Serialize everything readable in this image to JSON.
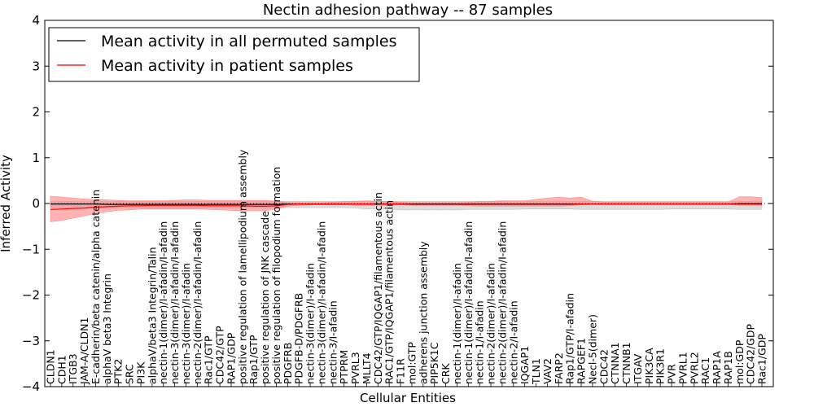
{
  "chart_data": {
    "type": "line",
    "title": "Nectin adhesion pathway -- 87 samples",
    "xlabel": "Cellular Entities",
    "ylabel": "Inferred Activity",
    "ylim": [
      -4,
      4
    ],
    "yticks": [
      "4",
      "3",
      "2",
      "1",
      "0",
      "−1",
      "−2",
      "−3",
      "−4"
    ],
    "grid": false,
    "legend_position": "top-left",
    "categories": [
      "CLDN1",
      "CDH1",
      "ITGB3",
      "JAM-A/CLDN1",
      "E-cadherin/beta catenin/alpha catenin",
      "alphaV beta3 Integrin",
      "PTK2",
      "SRC",
      "PI3K",
      "alphaV/beta3 Integrin/Talin",
      "nectin-1(dimer)/I-afadin/I-afadin",
      "nectin-3(dimer)/I-afadin/I-afadin",
      "nectin-3(dimer)/I-afadin",
      "nectin-2(dimer)/I-afadin/I-afadin",
      "Rac1/GTP",
      "CDC42/GTP",
      "RAP1/GDP",
      "positive regulation of lamellipodium assembly",
      "Rap1/GTP",
      "positive regulation of JNK cascade",
      "positive regulation of filopodium formation",
      "PDGFRB",
      "PDGFB-D/PDGFRB",
      "nectin-3(dimer)/I-afadin",
      "nectin-3(dimer)/I-afadin/I-afadin",
      "nectin-3/I-afadin",
      "PTPRM",
      "PVRL3",
      "MLLT4",
      "CDC42/GTP/IQGAP1/filamentous actin",
      "RAC1/GTP/IQGAP1/filamentous actin",
      "F11R",
      "mol:GTP",
      "adherens junction assembly",
      "PIP5K1C",
      "CRK",
      "nectin-1(dimer)/I-afadin",
      "nectin-1(dimer)/I-afadin/I-afadin",
      "nectin-1/I-afadin",
      "nectin-2(dimer)/I-afadin",
      "nectin-2(dimer)/I-afadin/I-afadin",
      "nectin-2/I-afadin",
      "IQGAP1",
      "TLN1",
      "VAV2",
      "FARP2",
      "Rap1/GTP/I-afadin",
      "RAPGEF1",
      "Necl-5(dimer)",
      "CDC42",
      "CTNNA1",
      "CTNNB1",
      "ITGAV",
      "PIK3CA",
      "PIK3R1",
      "PVR",
      "PVRL1",
      "PVRL2",
      "RAC1",
      "RAP1A",
      "RAP1B",
      "mol:GDP",
      "CDC42/GDP",
      "Rac1/GDP"
    ],
    "series": [
      {
        "name": "Mean activity in all permuted samples",
        "color": "#000000",
        "band_color": "#bbbbbb",
        "values": [
          -0.01,
          -0.01,
          -0.01,
          -0.01,
          -0.01,
          -0.02,
          -0.02,
          -0.02,
          -0.02,
          -0.02,
          -0.02,
          -0.02,
          -0.02,
          -0.02,
          -0.02,
          -0.02,
          -0.02,
          -0.02,
          -0.02,
          -0.02,
          -0.02,
          -0.01,
          -0.01,
          -0.01,
          -0.01,
          -0.01,
          -0.01,
          -0.01,
          -0.01,
          -0.01,
          -0.01,
          -0.01,
          -0.01,
          -0.01,
          -0.01,
          -0.01,
          -0.01,
          -0.01,
          -0.01,
          -0.01,
          -0.01,
          -0.01,
          -0.01,
          -0.01,
          -0.01,
          -0.01,
          -0.01,
          -0.01,
          -0.01,
          -0.01,
          -0.01,
          -0.01,
          -0.01,
          -0.01,
          -0.01,
          -0.01,
          -0.01,
          -0.01,
          -0.01,
          -0.01,
          -0.01,
          -0.01,
          -0.01,
          -0.01
        ],
        "lower": [
          -0.09,
          -0.09,
          -0.09,
          -0.09,
          -0.09,
          -0.1,
          -0.1,
          -0.1,
          -0.1,
          -0.1,
          -0.1,
          -0.1,
          -0.1,
          -0.1,
          -0.1,
          -0.1,
          -0.1,
          -0.1,
          -0.1,
          -0.1,
          -0.1,
          -0.09,
          -0.09,
          -0.09,
          -0.09,
          -0.09,
          -0.09,
          -0.1,
          -0.12,
          -0.12,
          -0.12,
          -0.14,
          -0.14,
          -0.14,
          -0.14,
          -0.14,
          -0.14,
          -0.13,
          -0.13,
          -0.13,
          -0.13,
          -0.13,
          -0.12,
          -0.12,
          -0.12,
          -0.12,
          -0.12,
          -0.13,
          -0.13,
          -0.13,
          -0.13,
          -0.13,
          -0.13,
          -0.13,
          -0.13,
          -0.12,
          -0.12,
          -0.12,
          -0.12,
          -0.12,
          -0.12,
          -0.13,
          -0.13,
          -0.13
        ],
        "upper": [
          0.05,
          0.05,
          0.05,
          0.05,
          0.05,
          0.05,
          0.05,
          0.05,
          0.05,
          0.05,
          0.05,
          0.05,
          0.05,
          0.05,
          0.05,
          0.05,
          0.05,
          0.05,
          0.05,
          0.05,
          0.05,
          0.05,
          0.05,
          0.05,
          0.05,
          0.05,
          0.05,
          0.05,
          0.05,
          0.05,
          0.05,
          0.05,
          0.05,
          0.05,
          0.05,
          0.05,
          0.05,
          0.05,
          0.05,
          0.05,
          0.05,
          0.05,
          0.05,
          0.05,
          0.05,
          0.05,
          0.05,
          0.05,
          0.05,
          0.05,
          0.05,
          0.05,
          0.05,
          0.05,
          0.05,
          0.05,
          0.05,
          0.05,
          0.05,
          0.05,
          0.05,
          0.05,
          0.05,
          0.05
        ]
      },
      {
        "name": "Mean activity in patient samples",
        "color": "#ff0000",
        "band_color": "#ff8080",
        "values": [
          -0.13,
          -0.12,
          -0.11,
          -0.1,
          -0.08,
          -0.07,
          -0.06,
          -0.05,
          -0.05,
          -0.04,
          -0.04,
          -0.04,
          -0.04,
          -0.04,
          -0.05,
          -0.05,
          -0.05,
          -0.05,
          -0.06,
          -0.06,
          -0.05,
          -0.02,
          -0.01,
          -0.01,
          -0.01,
          -0.01,
          -0.01,
          -0.01,
          -0.01,
          -0.01,
          -0.01,
          -0.01,
          -0.02,
          -0.02,
          -0.02,
          -0.02,
          -0.02,
          -0.02,
          -0.02,
          -0.02,
          -0.02,
          -0.02,
          -0.02,
          -0.02,
          -0.02,
          -0.02,
          -0.02,
          -0.01,
          -0.01,
          -0.01,
          -0.01,
          -0.01,
          -0.01,
          -0.01,
          -0.01,
          -0.01,
          -0.01,
          -0.01,
          -0.01,
          -0.01,
          -0.01,
          0.0,
          0.0,
          0.0
        ],
        "lower": [
          -0.4,
          -0.37,
          -0.32,
          -0.27,
          -0.22,
          -0.18,
          -0.15,
          -0.14,
          -0.12,
          -0.12,
          -0.12,
          -0.12,
          -0.12,
          -0.12,
          -0.13,
          -0.14,
          -0.15,
          -0.16,
          -0.16,
          -0.16,
          -0.12,
          -0.06,
          -0.04,
          -0.03,
          -0.03,
          -0.03,
          -0.03,
          -0.04,
          -0.04,
          -0.04,
          -0.04,
          -0.03,
          -0.04,
          -0.04,
          -0.04,
          -0.04,
          -0.04,
          -0.05,
          -0.06,
          -0.06,
          -0.06,
          -0.06,
          -0.06,
          -0.06,
          -0.06,
          -0.06,
          -0.05,
          -0.03,
          -0.02,
          -0.02,
          -0.02,
          -0.02,
          -0.02,
          -0.02,
          -0.02,
          -0.02,
          -0.02,
          -0.02,
          -0.02,
          -0.02,
          -0.02,
          -0.04,
          -0.04,
          -0.04
        ],
        "upper": [
          0.16,
          0.14,
          0.12,
          0.1,
          0.09,
          0.08,
          0.07,
          0.06,
          0.06,
          0.06,
          0.06,
          0.07,
          0.08,
          0.08,
          0.07,
          0.07,
          0.07,
          0.07,
          0.07,
          0.07,
          0.05,
          0.02,
          0.02,
          0.02,
          0.02,
          0.03,
          0.04,
          0.05,
          0.06,
          0.05,
          0.04,
          0.03,
          0.02,
          0.02,
          0.02,
          0.02,
          0.02,
          0.03,
          0.04,
          0.05,
          0.06,
          0.06,
          0.06,
          0.09,
          0.12,
          0.14,
          0.12,
          0.14,
          0.05,
          0.03,
          0.03,
          0.03,
          0.03,
          0.03,
          0.03,
          0.03,
          0.03,
          0.03,
          0.03,
          0.03,
          0.03,
          0.15,
          0.15,
          0.13
        ]
      }
    ]
  }
}
